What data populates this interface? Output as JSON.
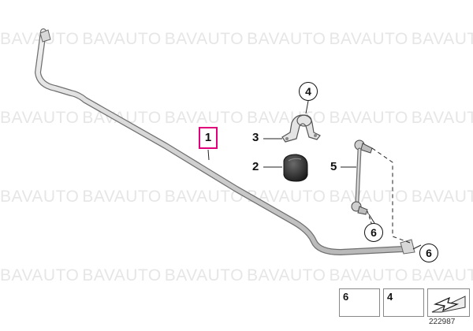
{
  "watermark": {
    "text": "BAVAUTO",
    "rows": [
      [
        "BAVAUTO",
        "BAVAUTO",
        "BAVAUTO",
        "BAVAUTO",
        "BAVAUTO",
        "BAVAUTO"
      ],
      [
        "BAVAUTO",
        "BAVAUTO",
        "BAVAUTO",
        "BAVAUTO",
        "BAVAUTO",
        "BAVAUTO"
      ],
      [
        "BAVAUTO",
        "BAVAUTO",
        "BAVAUTO",
        "BAVAUTO",
        "BAVAUTO",
        "BAVAUTO"
      ],
      [
        "BAVAUTO",
        "BAVAUTO",
        "BAVAUTO",
        "BAVAUTO",
        "BAVAUTO",
        "BAVAUTO"
      ]
    ]
  },
  "callouts": {
    "stabilizer_bar": "1",
    "rubber_mounting": "2",
    "bracket": "3",
    "bracket_screw": "4",
    "link": "5",
    "nut_upper": "6",
    "nut_lower": "6"
  },
  "highlight_color": "#e0007a",
  "legend": {
    "nut_label": "6",
    "screw_label": "4"
  },
  "reference_number": "222987"
}
